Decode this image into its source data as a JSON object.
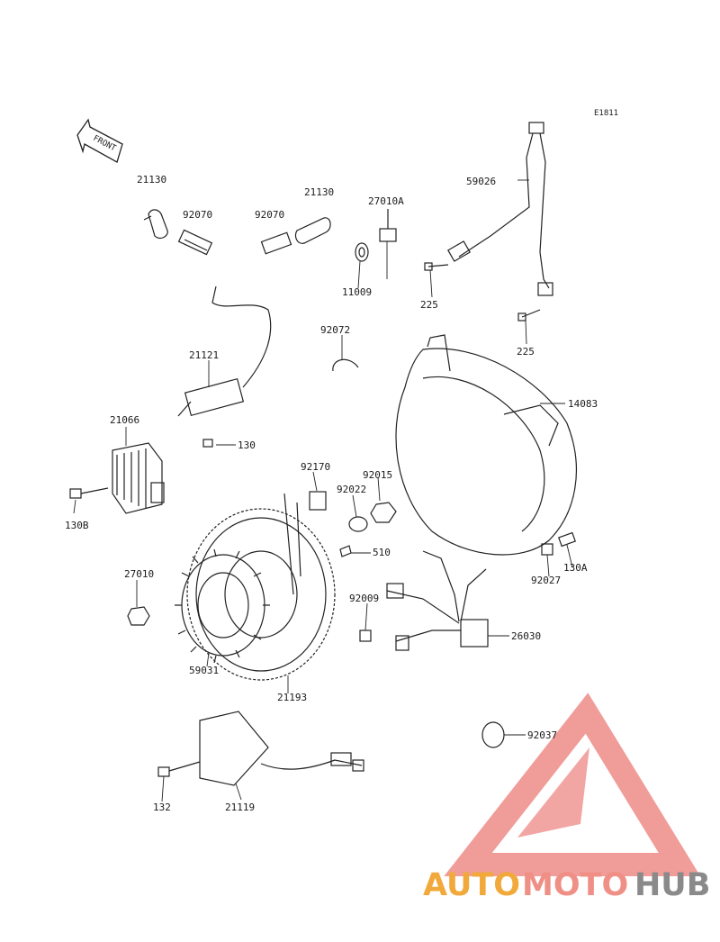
{
  "diagram_code": "E1811",
  "front_label": "FRONT",
  "parts": {
    "p21130_left": "21130",
    "p92070_left": "92070",
    "p92070_right": "92070",
    "p21130_right": "21130",
    "p27010A": "27010A",
    "p11009": "11009",
    "p59026": "59026",
    "p225_top": "225",
    "p225_bottom": "225",
    "p21121": "21121",
    "p92072": "92072",
    "p14083": "14083",
    "p21066": "21066",
    "p130": "130",
    "p130B": "130B",
    "p92170": "92170",
    "p92015": "92015",
    "p92022": "92022",
    "p510": "510",
    "p130A": "130A",
    "p92027": "92027",
    "p27010": "27010",
    "p92009": "92009",
    "p26030": "26030",
    "p59031": "59031",
    "p21193": "21193",
    "p92037": "92037",
    "p132": "132",
    "p21119": "21119"
  },
  "watermark": {
    "word_1": "AUTO",
    "word_2": "MOTO",
    "word_3": "HUB",
    "color_1": "#f2a93b",
    "color_2": "#ef8f86",
    "color_3": "#8a8a8a"
  }
}
